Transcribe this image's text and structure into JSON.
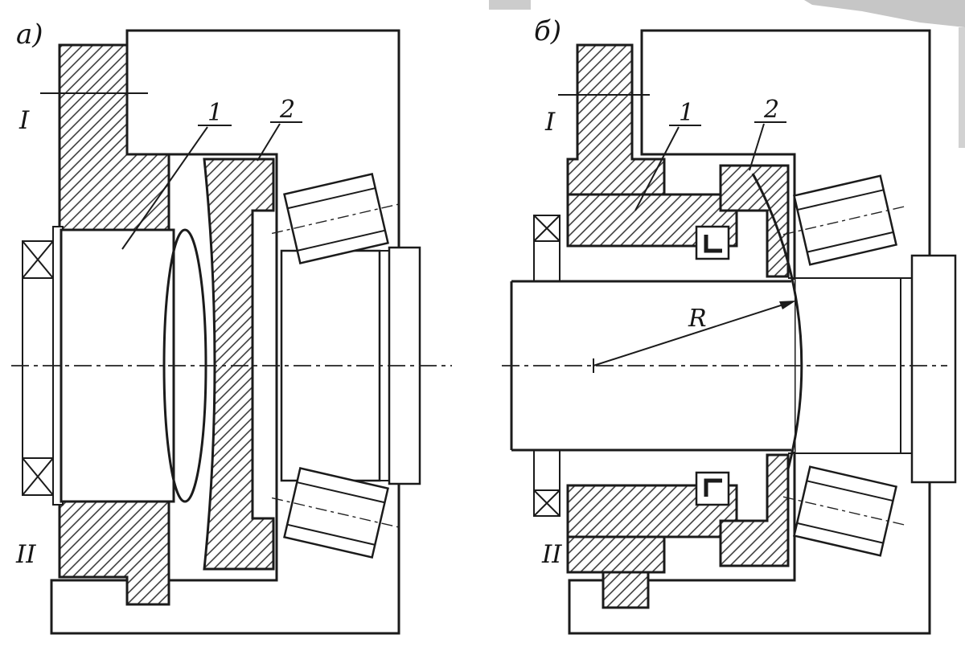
{
  "colors": {
    "ink": "#1b1b1b",
    "paper": "#ffffff",
    "hatch": "#2f2f2f",
    "scan_artifact": "#c6c6c6"
  },
  "figure": {
    "panels": [
      {
        "label": "а)",
        "axis_top": "I",
        "axis_bottom": "II",
        "part1": "1",
        "part2": "2"
      },
      {
        "label": "б)",
        "axis_top": "I",
        "axis_bottom": "II",
        "part1": "1",
        "part2": "2",
        "radius": "R"
      }
    ]
  }
}
